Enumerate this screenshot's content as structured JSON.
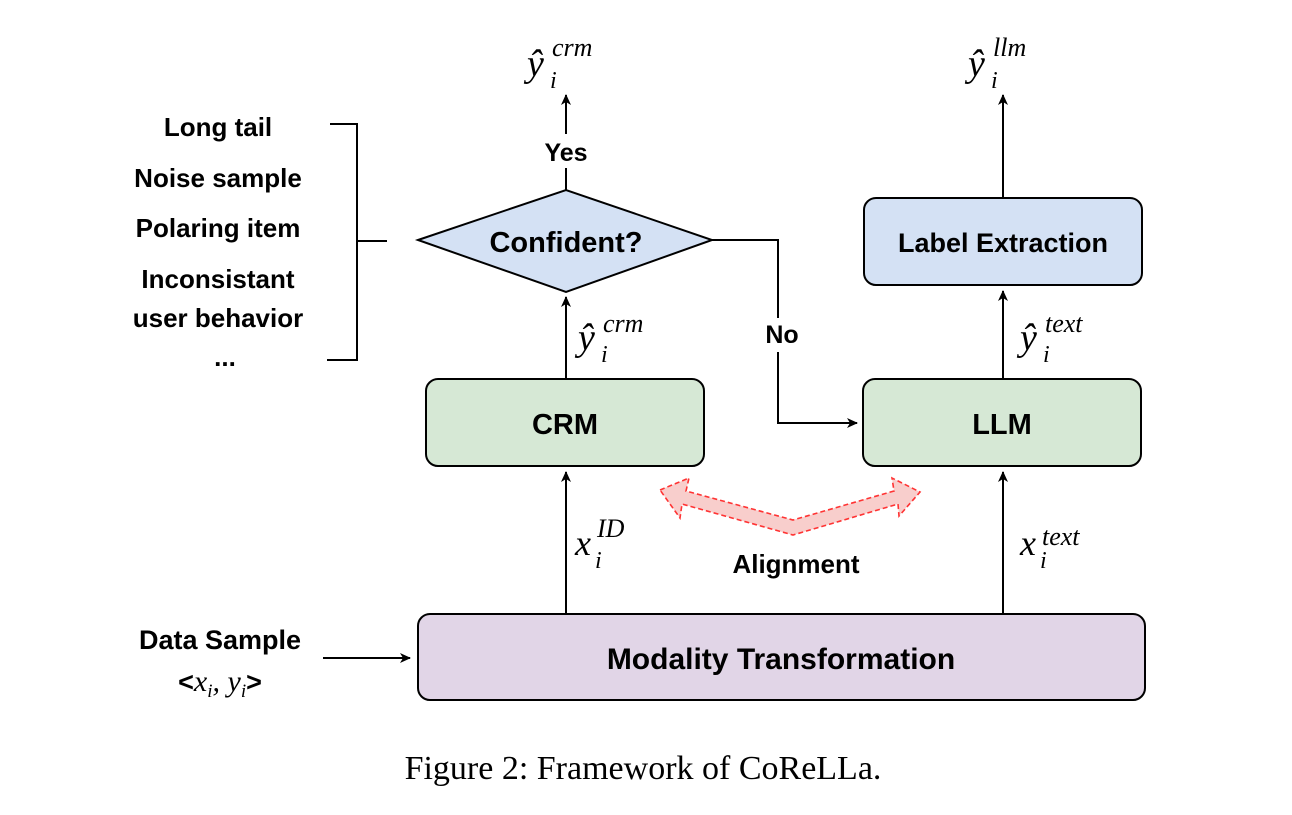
{
  "figure": {
    "caption": "Figure 2: Framework of CoReLLa."
  },
  "nodes": {
    "confident": {
      "label": "Confident?",
      "shape": "diamond",
      "fill": "#d4e1f4"
    },
    "crm": {
      "label": "CRM",
      "shape": "rounded-rect",
      "fill": "#d6e8d5"
    },
    "llm": {
      "label": "LLM",
      "shape": "rounded-rect",
      "fill": "#d6e8d5"
    },
    "label_extraction": {
      "label": "Label Extraction",
      "shape": "rounded-rect",
      "fill": "#d4e1f4"
    },
    "modality_transformation": {
      "label": "Modality Transformation",
      "shape": "rounded-rect",
      "fill": "#e1d5e7"
    }
  },
  "side_list": {
    "items": [
      "Long tail",
      "Noise sample",
      "Polaring item",
      "Inconsistant",
      "user behavior",
      "..."
    ]
  },
  "input": {
    "title": "Data Sample",
    "open": "<",
    "var1": "x",
    "sub1": "i",
    "sep": ", ",
    "var2": "y",
    "sub2": "i",
    "close": ">"
  },
  "edge_labels": {
    "yes": "Yes",
    "no": "No",
    "alignment": "Alignment"
  },
  "math_labels": {
    "y_crm_out": {
      "base": "ŷ",
      "sub": "i",
      "sup": "crm"
    },
    "y_llm_out": {
      "base": "ŷ",
      "sub": "i",
      "sup": "llm"
    },
    "y_crm_mid": {
      "base": "ŷ",
      "sub": "i",
      "sup": "crm"
    },
    "y_text": {
      "base": "ŷ",
      "sub": "i",
      "sup": "text"
    },
    "x_id": {
      "base": "x",
      "sub": "i",
      "sup": "ID"
    },
    "x_text": {
      "base": "x",
      "sub": "i",
      "sup": "text"
    }
  },
  "colors": {
    "alignment_fill": "#f8cecc",
    "alignment_stroke": "#ff3333",
    "stroke": "#000000"
  }
}
